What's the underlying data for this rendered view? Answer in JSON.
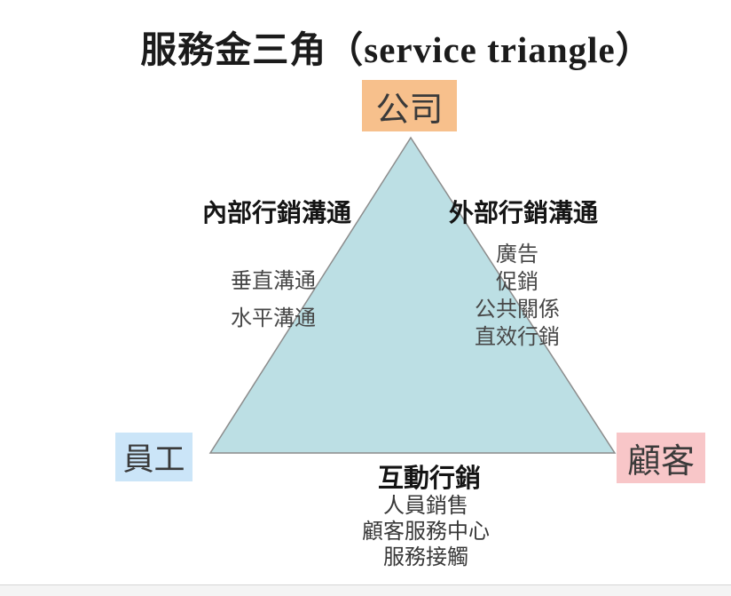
{
  "title": "服務金三角（service triangle）",
  "triangle": {
    "fill": "#BCDFE4",
    "stroke": "#8C8C8C"
  },
  "nodes": {
    "company": {
      "label": "公司",
      "bg": "#F7C08C"
    },
    "employee": {
      "label": "員工",
      "bg": "#CBE5F8"
    },
    "customer": {
      "label": "顧客",
      "bg": "#F8C6C8"
    }
  },
  "edges": {
    "internal": {
      "heading": "內部行銷溝通",
      "items": [
        "垂直溝通",
        "水平溝通"
      ]
    },
    "external": {
      "heading": "外部行銷溝通",
      "items": [
        "廣告",
        "促銷",
        "公共關係",
        "直效行銷"
      ]
    },
    "interactive": {
      "heading": "互動行銷",
      "items": [
        "人員銷售",
        "顧客服務中心",
        "服務接觸"
      ]
    }
  }
}
